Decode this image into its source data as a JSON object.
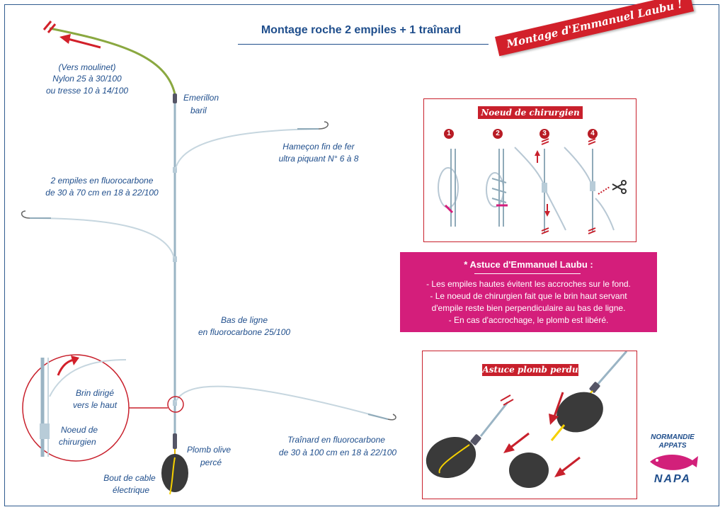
{
  "title": "Montage roche 2 empiles + 1 traînard",
  "banner": "Montage d'Emmanuel Laubu !",
  "labels": {
    "vers_moulinet": "(Vers moulinet)",
    "nylon": "Nylon 25 à 30/100",
    "tresse": "ou tresse 10 à 14/100",
    "emerillon": "Emerillon",
    "baril": "baril",
    "hamecon_1": "Hameçon fin de fer",
    "hamecon_2": "ultra piquant N° 6 à 8",
    "empiles_1": "2 empiles en fluorocarbone",
    "empiles_2": "de 30 à 70 cm en 18 à 22/100",
    "bas_1": "Bas de ligne",
    "bas_2": "en fluorocarbone 25/100",
    "brin_1": "Brin dirigé",
    "brin_2": "vers le haut",
    "noeud_1": "Noeud de",
    "noeud_2": "chirurgien",
    "trainard_1": "Traînard en fluorocarbone",
    "trainard_2": "de 30 à 100 cm en 18 à 22/100",
    "plomb_1": "Plomb olive",
    "plomb_2": "percé",
    "bout_1": "Bout de cable",
    "bout_2": "électrique"
  },
  "knot_box": {
    "title": "Noeud de chirurgien",
    "steps": [
      "1",
      "2",
      "3",
      "4"
    ]
  },
  "tip": {
    "title": "* Astuce d'Emmanuel Laubu :",
    "lines": [
      "- Les empiles hautes évitent les accroches sur le fond.",
      "- Le noeud de chirurgien fait que le brin haut servant",
      "d'empile reste bien perpendiculaire au bas de ligne.",
      "- En cas d'accrochage, le plomb est libéré."
    ]
  },
  "lead_box": {
    "title": "Astuce plomb perdu"
  },
  "logo": {
    "line1": "NORMANDIE",
    "line2": "APPATS",
    "line3": "NAPA"
  },
  "colors": {
    "blue_text": "#1f4e8c",
    "red": "#c8202c",
    "magenta": "#d41e7b",
    "line": "#9ab4c4",
    "main_line_green": "#8aa840",
    "lead": "#3a3a3a",
    "wire": "#f5d000"
  }
}
